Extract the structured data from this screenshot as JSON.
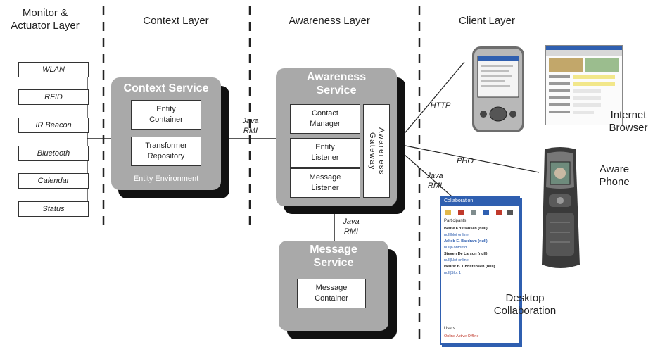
{
  "layers": {
    "monitor": "Monitor &\nActuator Layer",
    "context": "Context Layer",
    "awareness": "Awareness Layer",
    "client": "Client Layer"
  },
  "sensors": [
    "WLAN",
    "RFID",
    "IR Beacon",
    "Bluetooth",
    "Calendar",
    "Status"
  ],
  "context_service": {
    "title": "Context Service",
    "entity_container": "Entity\nContainer",
    "transformer_repository": "Transformer\nRepository",
    "entity_environment": "Entity Environment"
  },
  "awareness_service": {
    "title": "Awareness\nService",
    "contact_manager": "Contact\nManager",
    "entity_listener": "Entity\nListener",
    "message_listener": "Message\nListener",
    "gateway": "Awareness\nGateway"
  },
  "message_service": {
    "title": "Message\nService",
    "message_container": "Message\nContainer"
  },
  "connections": {
    "java_rmi_1": "Java\nRMI",
    "java_rmi_2": "Java\nRMI",
    "java_rmi_3": "Java\nRMI",
    "http": "HTTP",
    "pho": "PHO"
  },
  "clients": {
    "internet_browser": "Internet\nBrowser",
    "aware_phone": "Aware\nPhone",
    "desktop_collaboration": "Desktop\nCollaboration"
  },
  "desktop_window": {
    "title": "Collaboration",
    "section": "Participants",
    "rows": [
      "Bente Kristiansen (null)",
      "null|Not online",
      "Jakob E. Bardram (null)",
      "null|Kontortid",
      "Steven De Larson (null)",
      "null|Not online",
      "Henrik B. Christensen (null)",
      "null|Slot 1"
    ],
    "footer_section": "Users",
    "footer_status": "Online  Active  Offline"
  },
  "colors": {
    "service_box": "#a9a9a9",
    "shadow": "#111111",
    "window_blue": "#2f5fb0",
    "phone_dark": "#3a3a3a"
  }
}
